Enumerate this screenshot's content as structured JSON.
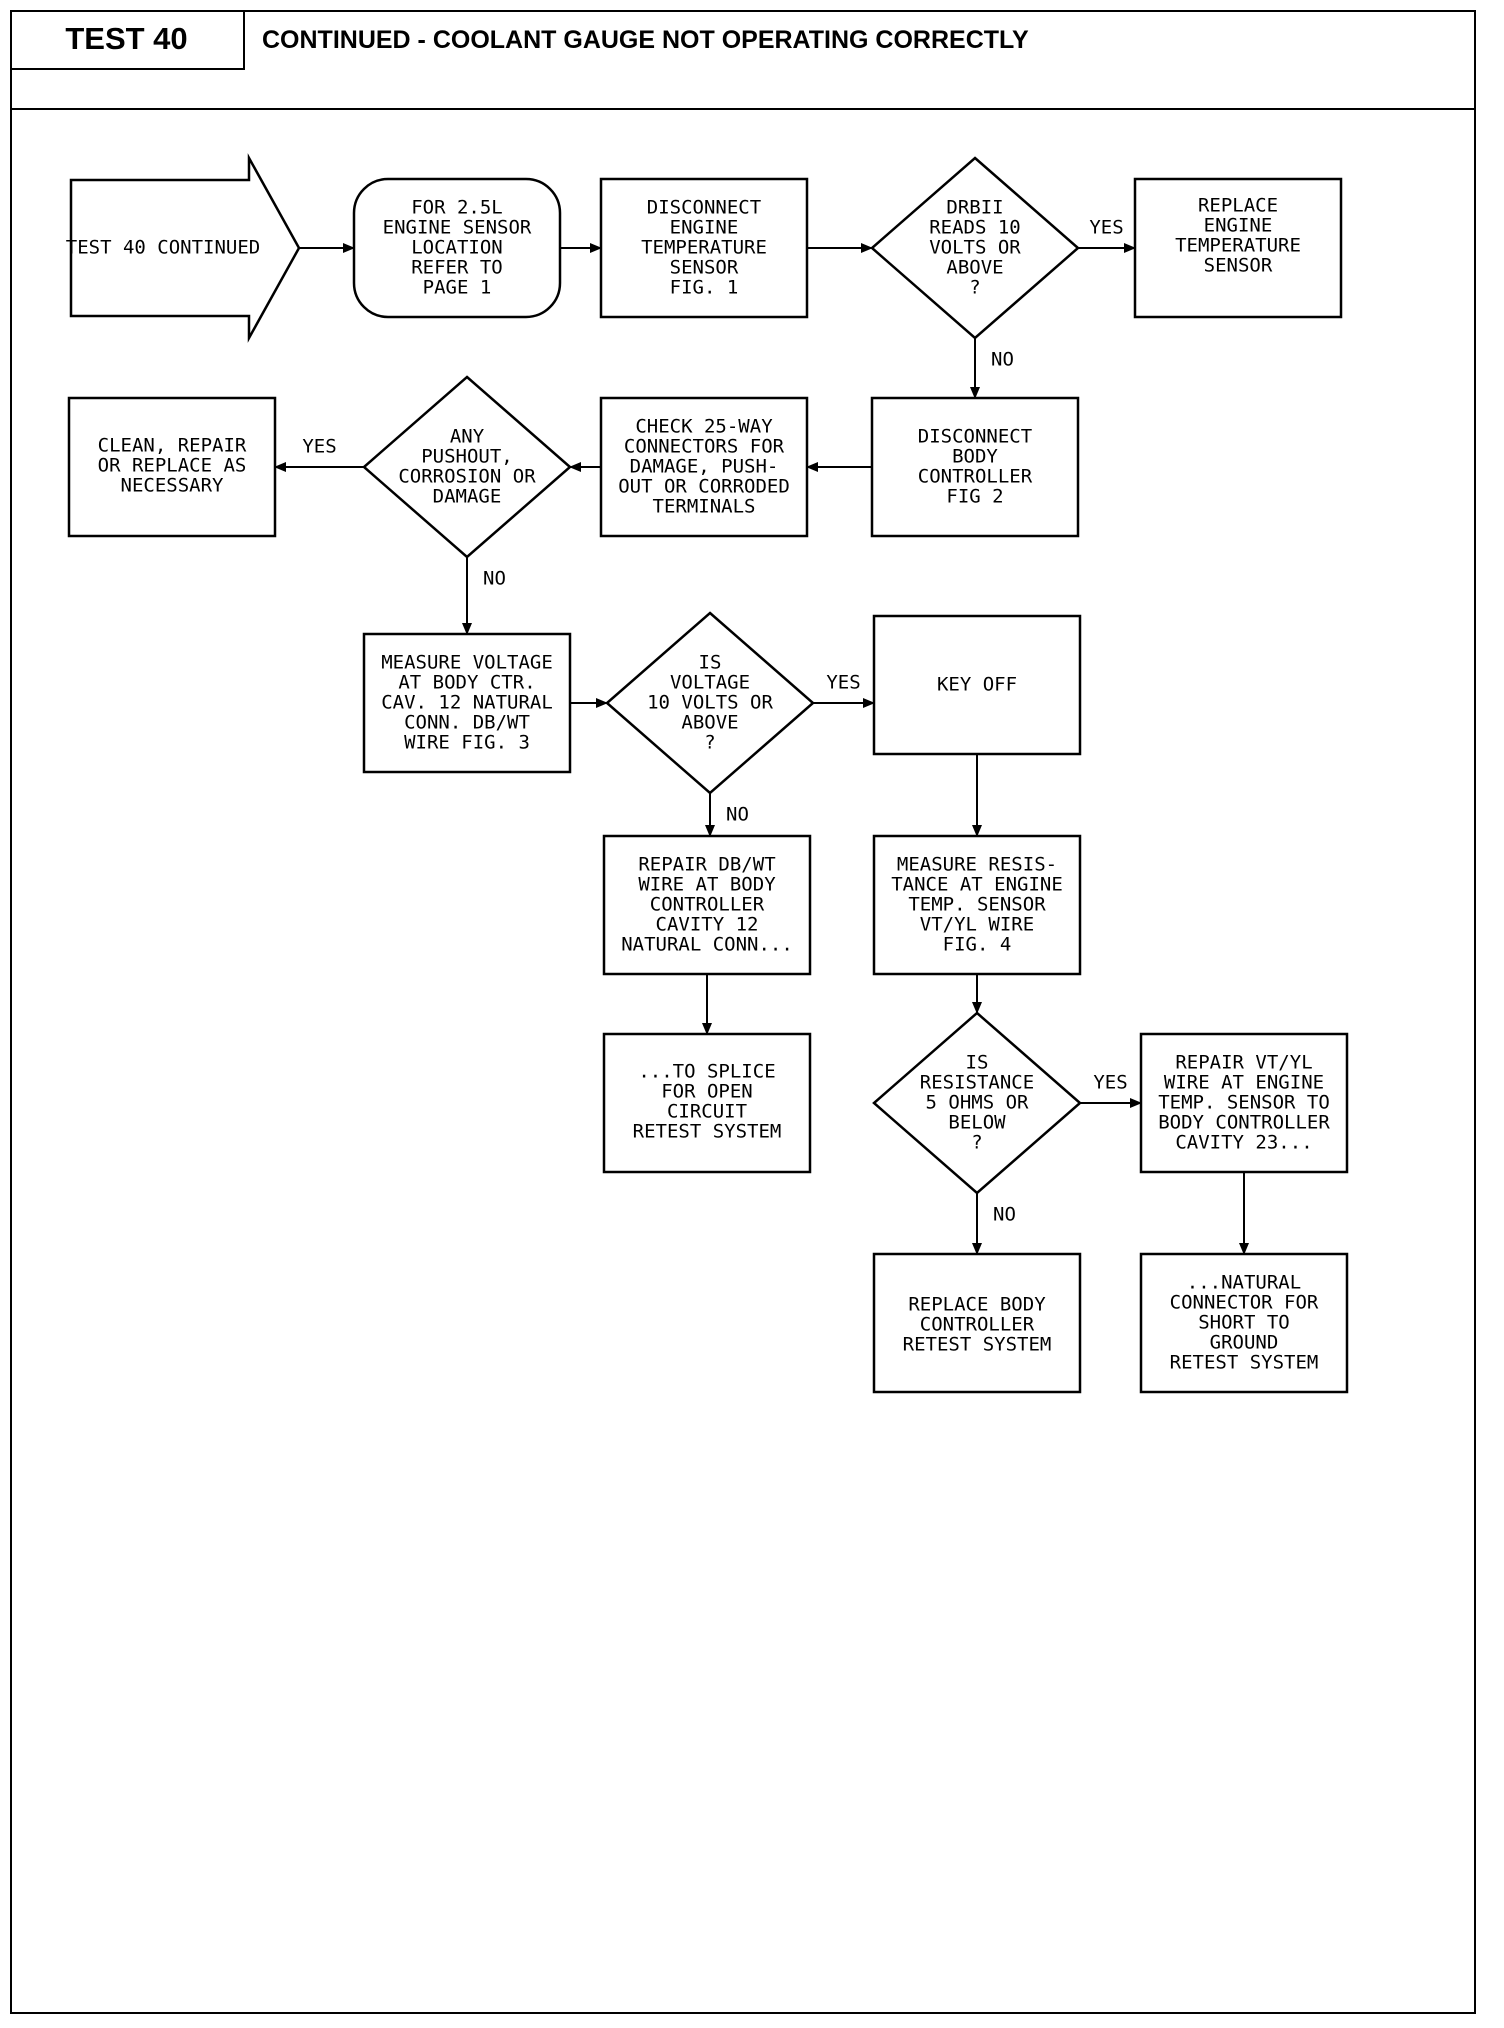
{
  "header": {
    "test_label": "TEST 40",
    "title": "CONTINUED - COOLANT GAUGE NOT OPERATING CORRECTLY"
  },
  "nodes": [
    {
      "id": "n0",
      "shape": "arrow",
      "lines": [
        "TEST 40 CONTINUED"
      ]
    },
    {
      "id": "n1",
      "shape": "rounded",
      "lines": [
        "FOR 2.5L",
        "ENGINE SENSOR",
        "LOCATION",
        "REFER TO",
        "PAGE 1"
      ]
    },
    {
      "id": "n2",
      "shape": "rect",
      "lines": [
        "DISCONNECT",
        "ENGINE",
        "TEMPERATURE",
        "SENSOR",
        "FIG. 1"
      ]
    },
    {
      "id": "n3",
      "shape": "diamond",
      "lines": [
        "DRBII",
        "READS 10",
        "VOLTS OR",
        "ABOVE",
        "?"
      ]
    },
    {
      "id": "n4",
      "shape": "rect",
      "lines": [
        "REPLACE",
        "ENGINE",
        "TEMPERATURE",
        "SENSOR"
      ]
    },
    {
      "id": "n5",
      "shape": "rect",
      "lines": [
        "DISCONNECT",
        "BODY",
        "CONTROLLER",
        "FIG 2"
      ]
    },
    {
      "id": "n6",
      "shape": "rect",
      "lines": [
        "CHECK 25-WAY",
        "CONNECTORS FOR",
        "DAMAGE, PUSH-",
        "OUT OR CORRODED",
        "TERMINALS"
      ]
    },
    {
      "id": "n7",
      "shape": "diamond",
      "lines": [
        "ANY",
        "PUSHOUT,",
        "CORROSION OR",
        "DAMAGE"
      ]
    },
    {
      "id": "n8",
      "shape": "rect",
      "lines": [
        "CLEAN, REPAIR",
        "OR REPLACE AS",
        "NECESSARY"
      ]
    },
    {
      "id": "n9",
      "shape": "rect",
      "lines": [
        "MEASURE VOLTAGE",
        "AT BODY CTR.",
        "CAV. 12 NATURAL",
        "CONN. DB/WT",
        "WIRE FIG. 3"
      ]
    },
    {
      "id": "n10",
      "shape": "diamond",
      "lines": [
        "IS",
        "VOLTAGE",
        "10 VOLTS OR",
        "ABOVE",
        "?"
      ]
    },
    {
      "id": "n11",
      "shape": "rect",
      "lines": [
        "KEY OFF"
      ]
    },
    {
      "id": "n12",
      "shape": "rect",
      "lines": [
        "REPAIR DB/WT",
        "WIRE AT BODY",
        "CONTROLLER",
        "CAVITY 12",
        "NATURAL CONN..."
      ]
    },
    {
      "id": "n13",
      "shape": "rect",
      "lines": [
        "MEASURE RESIS-",
        "TANCE AT ENGINE",
        "TEMP. SENSOR",
        "VT/YL WIRE",
        "FIG. 4"
      ]
    },
    {
      "id": "n14",
      "shape": "rect",
      "lines": [
        "...TO SPLICE",
        "FOR OPEN",
        "CIRCUIT",
        "RETEST SYSTEM"
      ]
    },
    {
      "id": "n15",
      "shape": "diamond",
      "lines": [
        "IS",
        "RESISTANCE",
        "5 OHMS OR",
        "BELOW",
        "?"
      ]
    },
    {
      "id": "n16",
      "shape": "rect",
      "lines": [
        "REPAIR VT/YL",
        "WIRE AT ENGINE",
        "TEMP. SENSOR TO",
        "BODY CONTROLLER",
        "CAVITY 23..."
      ]
    },
    {
      "id": "n17",
      "shape": "rect",
      "lines": [
        "REPLACE BODY",
        "CONTROLLER",
        "RETEST SYSTEM"
      ]
    },
    {
      "id": "n18",
      "shape": "rect",
      "lines": [
        "...NATURAL",
        "CONNECTOR FOR",
        "SHORT TO",
        "GROUND",
        "RETEST SYSTEM"
      ]
    }
  ],
  "edges": [
    {
      "from": "n0",
      "to": "n1",
      "label": ""
    },
    {
      "from": "n1",
      "to": "n2",
      "label": ""
    },
    {
      "from": "n2",
      "to": "n3",
      "label": ""
    },
    {
      "from": "n3",
      "to": "n4",
      "label": "YES"
    },
    {
      "from": "n3",
      "to": "n5",
      "label": "NO"
    },
    {
      "from": "n5",
      "to": "n6",
      "label": ""
    },
    {
      "from": "n6",
      "to": "n7",
      "label": ""
    },
    {
      "from": "n7",
      "to": "n8",
      "label": "YES"
    },
    {
      "from": "n7",
      "to": "n9",
      "label": "NO"
    },
    {
      "from": "n9",
      "to": "n10",
      "label": ""
    },
    {
      "from": "n10",
      "to": "n11",
      "label": "YES"
    },
    {
      "from": "n10",
      "to": "n12",
      "label": "NO"
    },
    {
      "from": "n11",
      "to": "n13",
      "label": ""
    },
    {
      "from": "n12",
      "to": "n14",
      "label": ""
    },
    {
      "from": "n13",
      "to": "n15",
      "label": ""
    },
    {
      "from": "n15",
      "to": "n16",
      "label": "YES"
    },
    {
      "from": "n15",
      "to": "n17",
      "label": "NO"
    },
    {
      "from": "n16",
      "to": "n18",
      "label": ""
    }
  ]
}
